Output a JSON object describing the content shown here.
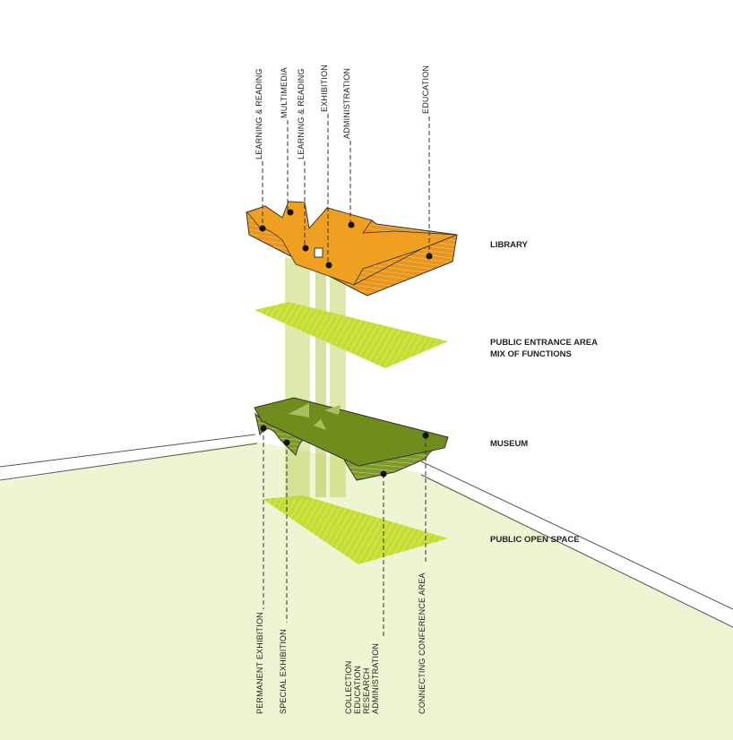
{
  "library": {
    "title": "LIBRARY",
    "labels": [
      "LEARNING & READING",
      "MULTIMEDIA",
      "LEARNING & READING",
      "EXHIBITION",
      "ADMINISTRATION",
      "EDUCATION"
    ]
  },
  "entrance": {
    "line1": "PUBLIC ENTRANCE AREA",
    "line2": "MIX OF FUNCTIONS"
  },
  "museum": {
    "title": "MUSEUM",
    "labels": [
      "PERMANENT EXHIBITION",
      "SPECIAL EXHIBITION",
      "CONNECTING CONFERENCE AREA"
    ],
    "stack": [
      "COLLECTION",
      "EDUCATION",
      "RESEARCH",
      "ADMINISTRATION"
    ]
  },
  "open_space": {
    "title": "PUBLIC OPEN SPACE"
  },
  "colors": {
    "library": "#e8961c",
    "museum": "#6f8c1c",
    "plane": "#c5dc32",
    "ground": "#eef5d2"
  }
}
